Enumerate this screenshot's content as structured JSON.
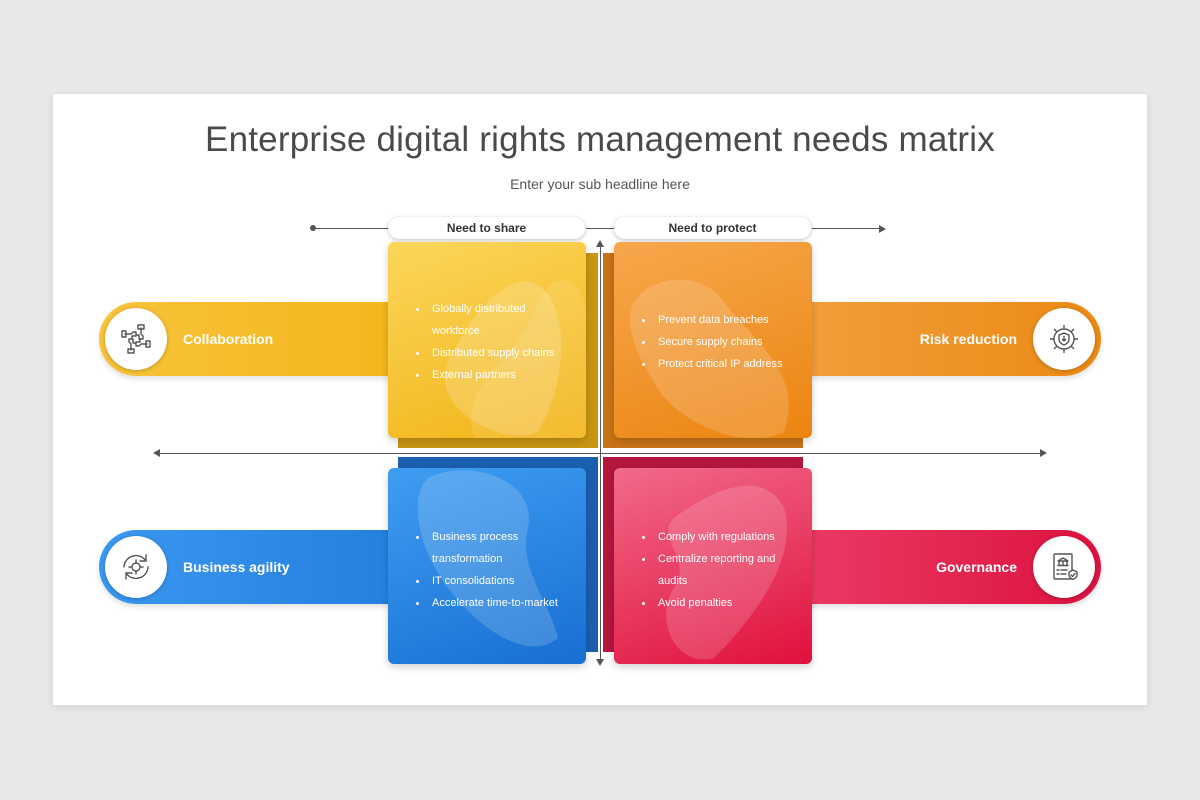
{
  "title": "Enterprise digital rights management needs matrix",
  "subtitle": "Enter your sub headline here",
  "columns": {
    "left": "Need to share",
    "right": "Need to protect"
  },
  "rows": {
    "top_left": "Collaboration",
    "top_right": "Risk reduction",
    "bottom_left": "Business agility",
    "bottom_right": "Governance"
  },
  "icons": {
    "collaboration": "hands-circle-icon",
    "risk_reduction": "gear-shield-icon",
    "business_agility": "gear-cycle-icon",
    "governance": "document-bank-icon"
  },
  "quadrants": {
    "share_collaboration": [
      "Globally distributed workforce",
      "Distributed supply chains",
      "External partners"
    ],
    "protect_risk": [
      "Prevent data breaches",
      "Secure supply chains",
      "Protect critical IP address"
    ],
    "share_agility": [
      "Business process transformation",
      "IT consolidations",
      "Accelerate time-to-market"
    ],
    "protect_governance": [
      "Comply with regulations",
      "Centralize reporting and audits",
      "Avoid penalties"
    ]
  },
  "colors": {
    "yellow": "#f5c02a",
    "orange": "#f0932a",
    "blue": "#2f8ee8",
    "red": "#e8285a"
  }
}
